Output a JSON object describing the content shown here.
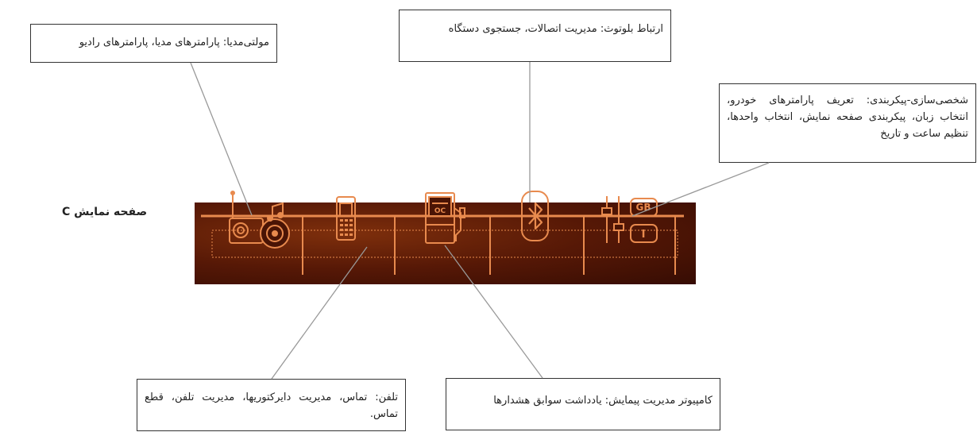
{
  "screen_title": "صفحه نمایش C",
  "callouts": {
    "multimedia": "مولتی‌مدیا: پارامترهای مدیا، پارامترهای رادیو",
    "bluetooth": "ارتباط بلوتوث: مدیریت اتصالات، جستجوی دستگاه",
    "settings": "شخصی‌سازی-پیکربندی: تعریف پارامترهای خودرو، انتخاب زبان، پیکربندی صفحه نمایش، انتخاب واحدها، تنظیم ساعت و تاریخ",
    "phone": "تلفن: تماس، مدیریت دایرکتوریها، مدیریت تلفن، قطع تماس.",
    "trip": "کامپیوتر مدیریت پیمایش: یادداشت سوابق هشدارها"
  },
  "icons": {
    "fuel_display": "OC",
    "lang_top": "GB",
    "lang_bottom": "I"
  },
  "colors": {
    "icon_orange": "#e88a4e",
    "screen_dark": "#3a0d03",
    "screen_mid": "#7e2f0c",
    "leader_gray": "#999999"
  }
}
